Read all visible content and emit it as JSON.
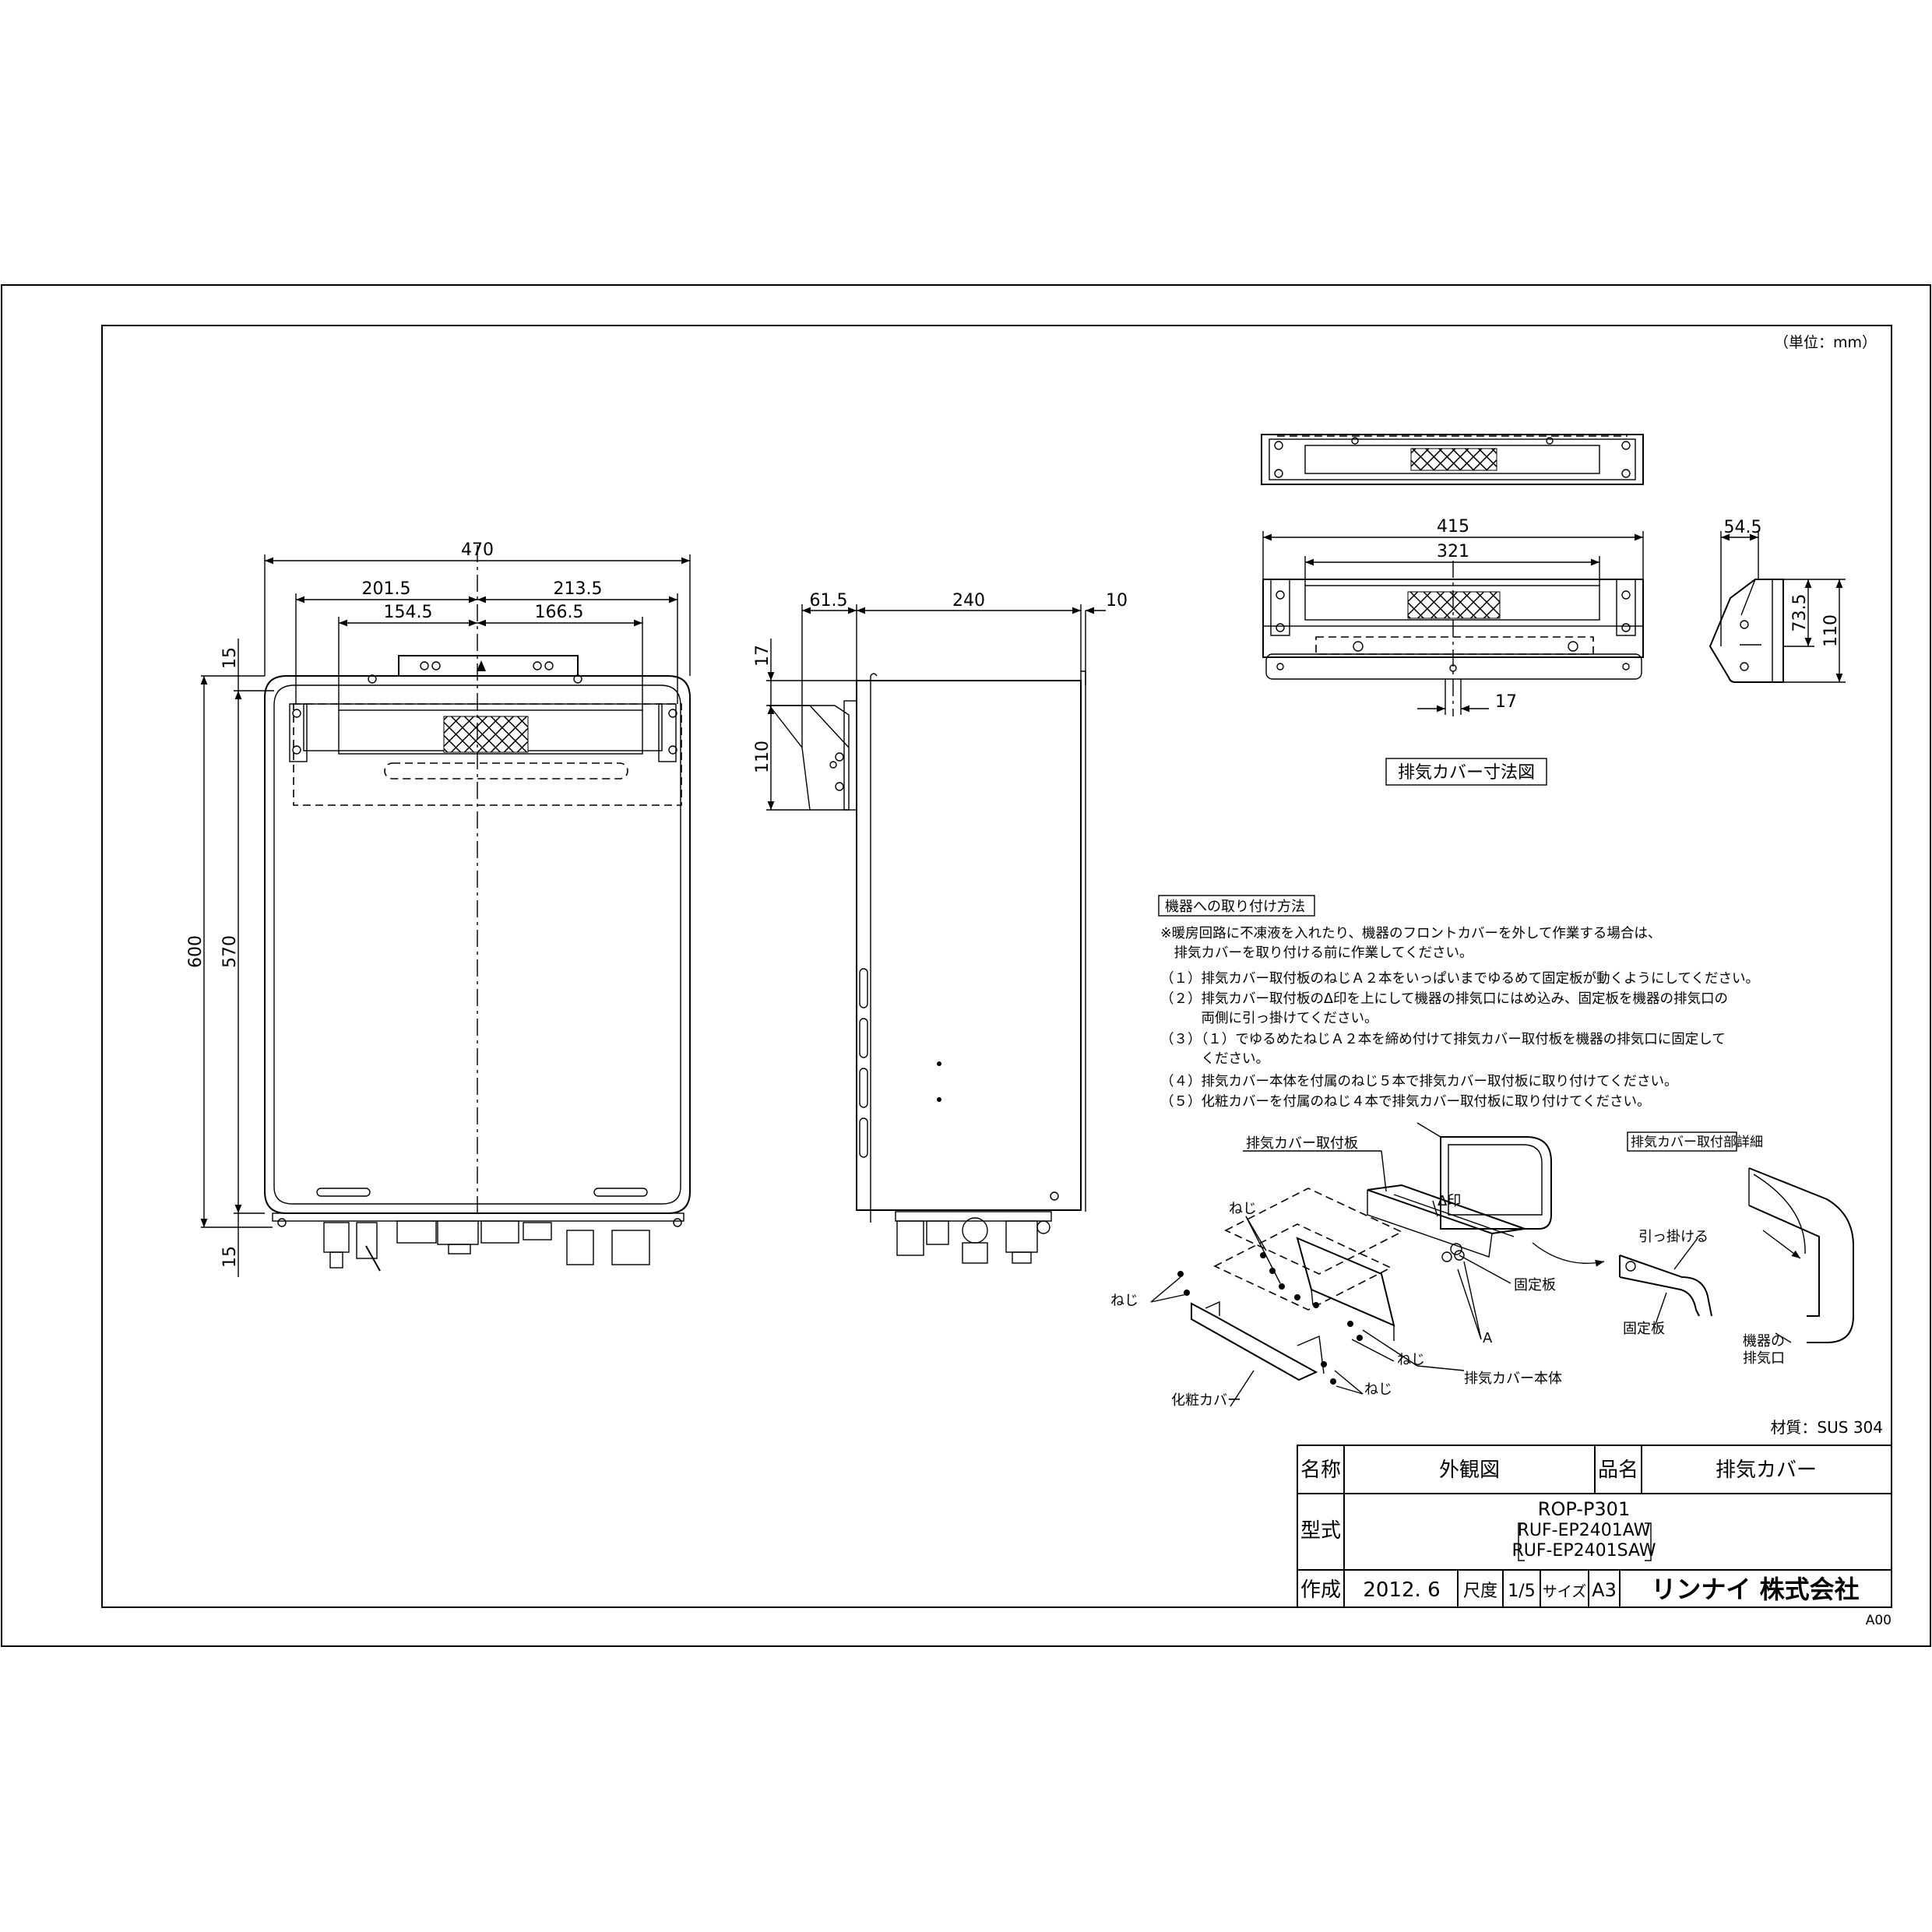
{
  "unit_note": "（単位：mm）",
  "front_view": {
    "dims": {
      "total_width": "470",
      "left_outer": "201.5",
      "right_outer": "213.5",
      "left_inner": "154.5",
      "right_inner": "166.5",
      "top_offset": "15",
      "height_total": "600",
      "height_body": "570",
      "bottom_offset": "15"
    }
  },
  "side_view": {
    "dims": {
      "cover_depth": "61.5",
      "body_depth": "240",
      "back_offset": "10",
      "cover_top": "17",
      "cover_height": "110"
    }
  },
  "cover_drawing": {
    "title": "排気カバー寸法図",
    "dims": {
      "outer_width": "415",
      "inner_width": "321",
      "slot_width": "17",
      "side_depth": "54.5",
      "side_height_inner": "73.5",
      "side_height": "110"
    }
  },
  "install": {
    "heading": "機器への取り付け方法",
    "notes": [
      "※暖房回路に不凍液を入れたり、機器のフロントカバーを外して作業する場合は、",
      "　排気カバーを取り付ける前に作業してください。",
      "（１）排気カバー取付板のねじＡ２本をいっぱいまでゆるめて固定板が動くようにしてください。",
      "（２）排気カバー取付板のΔ印を上にして機器の排気口にはめ込み、固定板を機器の排気口の",
      "　　　両側に引っ掛けてください。",
      "（３）（１）でゆるめたねじＡ２本を締め付けて排気カバー取付板を機器の排気口に固定して",
      "　　　ください。",
      "（４）排気カバー本体を付属のねじ５本で排気カバー取付板に取り付けてください。",
      "（５）化粧カバーを付属のねじ４本で排気カバー取付板に取り付けてください。"
    ],
    "labels": {
      "mounting_plate": "排気カバー取付板",
      "screw_1": "ねじ",
      "delta_mark": "Δ印",
      "screw_2": "ねじ",
      "fixing_plate": "固定板",
      "point_a": "A",
      "screw_3": "ねじ",
      "cover_body": "排気カバー本体",
      "screw_4": "ねじ",
      "decor_cover": "化粧カバー"
    },
    "detail": {
      "heading": "排気カバー取付部詳細",
      "hook": "引っ掛ける",
      "fixing_plate": "固定板",
      "outlet_line1": "機器の",
      "outlet_line2": "排気口"
    }
  },
  "material": "材質：SUS 304",
  "title_block": {
    "name_label": "名称",
    "name_value": "外観図",
    "product_label": "品名",
    "product_value": "排気カバー",
    "model_label": "型式",
    "model_main": "ROP-P301",
    "model_sub1": "RUF-EP2401AW",
    "model_sub2": "RUF-EP2401SAW",
    "made_label": "作成",
    "made_value": "2012. 6",
    "scale_label": "尺度",
    "scale_value": "1/5",
    "size_label": "サイズ",
    "size_value": "A3",
    "company": "リンナイ 株式会社"
  },
  "revision": "A00"
}
